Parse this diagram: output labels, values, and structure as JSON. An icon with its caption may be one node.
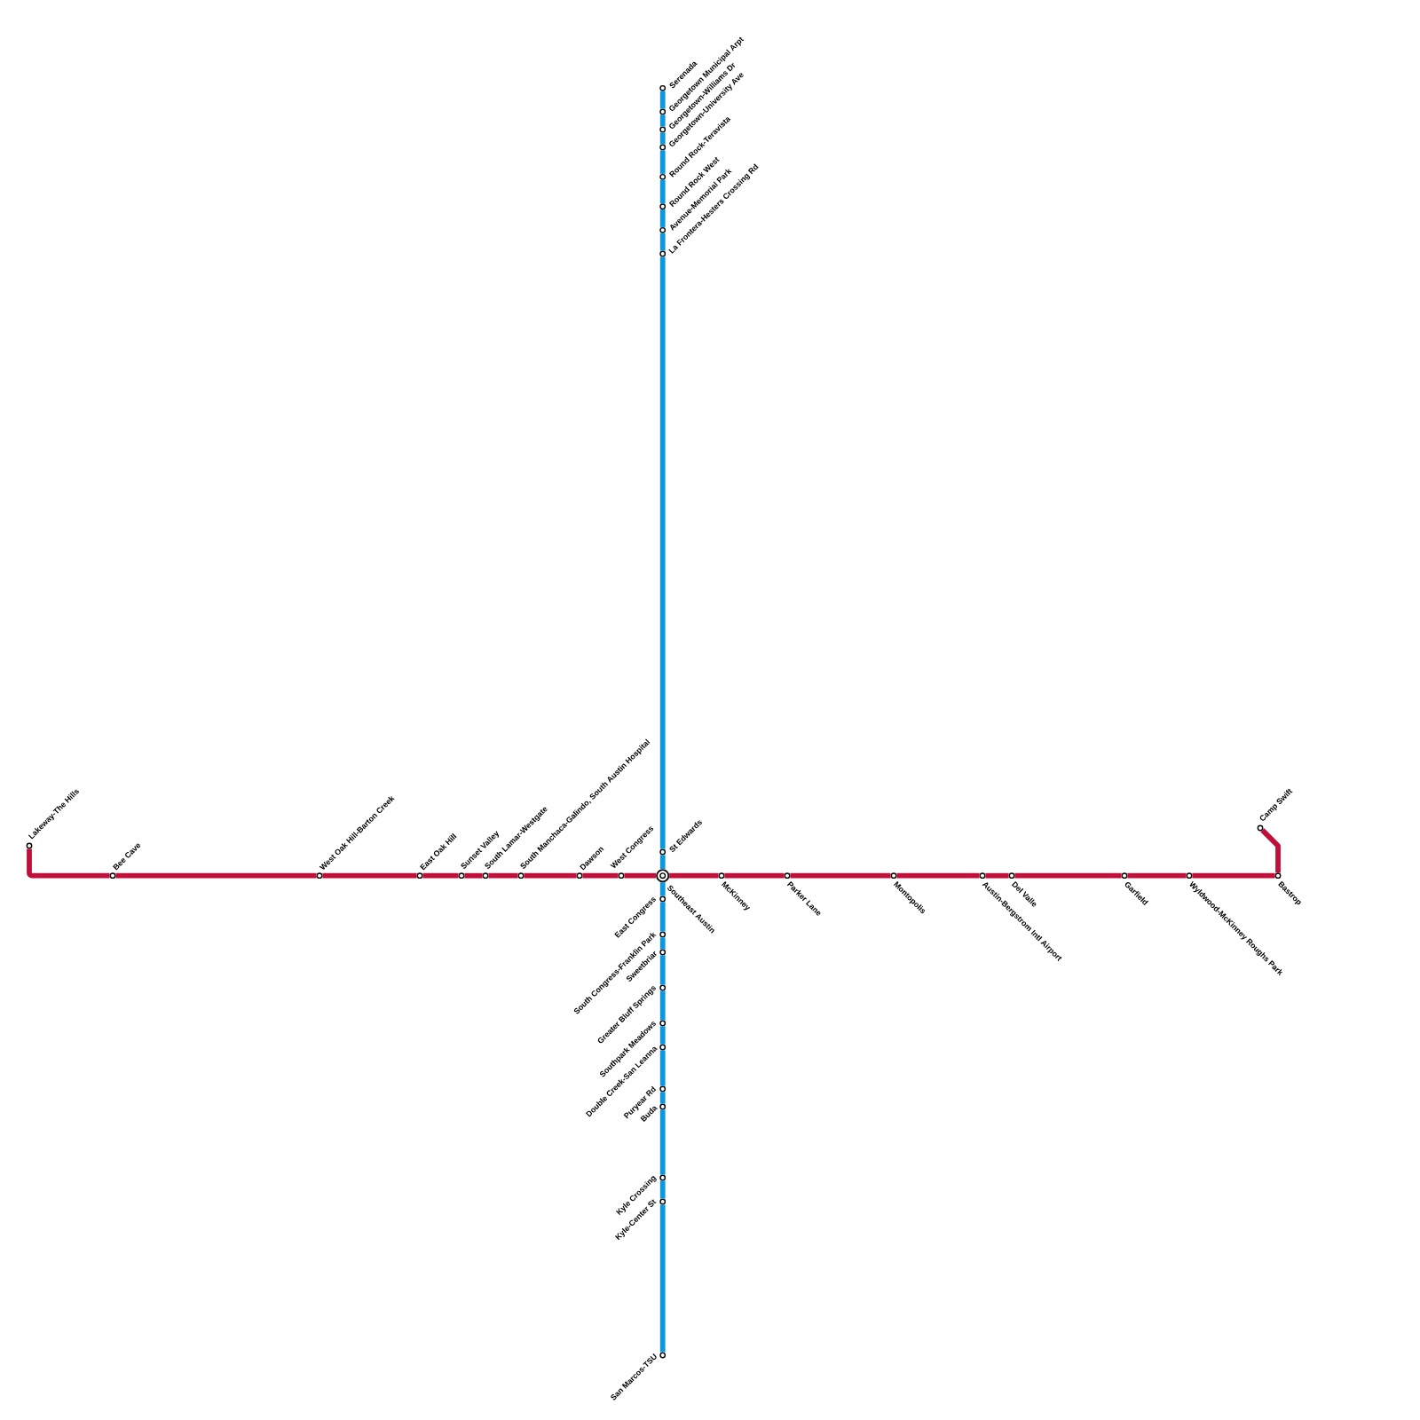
{
  "diagram": {
    "nodes": [
      {
        "text": [
          "Serenada"
        ]
      },
      {
        "text": [
          "Georgetown Municipal Arpt"
        ]
      },
      {
        "text": [
          "Georgetown-Williams Dr"
        ]
      },
      {
        "text": [
          "Georgetown-University Ave"
        ]
      },
      {
        "text": [
          "Round Rock-Teravista"
        ]
      },
      {
        "text": [
          "Round Rock West"
        ]
      },
      {
        "text": [
          "Avenue-Memorial Park"
        ]
      },
      {
        "text": [
          "La Frontera-Hesters Crossing Rd"
        ]
      },
      {
        "text": [
          "Camp Swift"
        ]
      },
      {
        "text": [
          "Lakeway-The Hills"
        ]
      },
      {
        "text": [
          "St Edwards"
        ]
      },
      {
        "text": [
          "Bee Cave"
        ]
      },
      {
        "text": [
          "West Oak Hill-Barton Creek"
        ]
      },
      {
        "text": [
          "East Oak Hill"
        ]
      },
      {
        "text": [
          "Sunset Valley"
        ]
      },
      {
        "text": [
          "South Lamar-Westgate"
        ]
      },
      {
        "text": [
          "South Manchaca-Galindo, South Austin Hospital"
        ]
      },
      {
        "text": [
          "Dawson"
        ]
      },
      {
        "text": [
          "West Congress"
        ]
      },
      {
        "text": [
          "Southeast Austin"
        ]
      },
      {
        "text": [
          "McKinney"
        ]
      },
      {
        "text": [
          "Parker Lane"
        ]
      },
      {
        "text": [
          "Montopolis"
        ]
      },
      {
        "text": [
          "Austin-Bergstrom Intl Airport"
        ]
      },
      {
        "text": [
          "Del Valle"
        ]
      },
      {
        "text": [
          "Garfield"
        ]
      },
      {
        "text": [
          "Wyldwood-McKinney Roughs Park"
        ]
      },
      {
        "text": [
          "Bastrop"
        ]
      },
      {
        "text": [
          "East Congress"
        ]
      },
      {
        "text": [
          "South Congress-Franklin Park"
        ]
      },
      {
        "text": [
          "Sweetbriar"
        ]
      },
      {
        "text": [
          "Greater Bluff Springs"
        ]
      },
      {
        "text": [
          "Southpark Meadows"
        ]
      },
      {
        "text": [
          "Double Creek-San Leanna"
        ]
      },
      {
        "text": [
          "Puryear Rd"
        ]
      },
      {
        "text": [
          "Buda"
        ]
      },
      {
        "text": [
          "Kyle Crossing"
        ]
      },
      {
        "text": [
          "Kyle-Center St"
        ]
      },
      {
        "text": [
          "San Marcos-TSU"
        ]
      }
    ],
    "edges": [
      {
        "from": 0,
        "to": 1,
        "arrow": "none"
      },
      {
        "from": 1,
        "to": 2,
        "arrow": "none"
      },
      {
        "from": 2,
        "to": 3,
        "arrow": "none"
      },
      {
        "from": 3,
        "to": 4,
        "arrow": "none"
      },
      {
        "from": 4,
        "to": 5,
        "arrow": "none"
      },
      {
        "from": 5,
        "to": 6,
        "arrow": "none"
      },
      {
        "from": 6,
        "to": 7,
        "arrow": "none"
      },
      {
        "from": 7,
        "to": 10,
        "arrow": "none"
      },
      {
        "from": 10,
        "to": 19,
        "arrow": "none"
      },
      {
        "from": 19,
        "to": 28,
        "arrow": "none"
      },
      {
        "from": 28,
        "to": 29,
        "arrow": "none"
      },
      {
        "from": 29,
        "to": 30,
        "arrow": "none"
      },
      {
        "from": 30,
        "to": 31,
        "arrow": "none"
      },
      {
        "from": 31,
        "to": 32,
        "arrow": "none"
      },
      {
        "from": 32,
        "to": 33,
        "arrow": "none"
      },
      {
        "from": 33,
        "to": 34,
        "arrow": "none"
      },
      {
        "from": 34,
        "to": 35,
        "arrow": "none"
      },
      {
        "from": 35,
        "to": 36,
        "arrow": "none"
      },
      {
        "from": 36,
        "to": 37,
        "arrow": "none"
      },
      {
        "from": 37,
        "to": 38,
        "arrow": "none"
      },
      {
        "from": 9,
        "to": 11,
        "arrow": "none",
        "color": "#be1038"
      },
      {
        "from": 11,
        "to": 12,
        "arrow": "none",
        "color": "#be1038"
      },
      {
        "from": 12,
        "to": 13,
        "arrow": "none",
        "color": "#be1038"
      },
      {
        "from": 13,
        "to": 14,
        "arrow": "none",
        "color": "#be1038"
      },
      {
        "from": 14,
        "to": 15,
        "arrow": "none",
        "color": "#be1038"
      },
      {
        "from": 15,
        "to": 16,
        "arrow": "none",
        "color": "#be1038"
      },
      {
        "from": 16,
        "to": 17,
        "arrow": "none",
        "color": "#be1038"
      },
      {
        "from": 17,
        "to": 18,
        "arrow": "none",
        "color": "#be1038"
      },
      {
        "from": 18,
        "to": 19,
        "arrow": "none",
        "color": "#be1038"
      },
      {
        "from": 19,
        "to": 20,
        "arrow": "none",
        "color": "#be1038"
      },
      {
        "from": 20,
        "to": 21,
        "arrow": "none",
        "color": "#be1038"
      },
      {
        "from": 21,
        "to": 22,
        "arrow": "none",
        "color": "#be1038"
      },
      {
        "from": 22,
        "to": 23,
        "arrow": "none",
        "color": "#be1038"
      },
      {
        "from": 23,
        "to": 24,
        "arrow": "none",
        "color": "#be1038"
      },
      {
        "from": 24,
        "to": 25,
        "arrow": "none",
        "color": "#be1038"
      },
      {
        "from": 25,
        "to": 26,
        "arrow": "none",
        "color": "#be1038"
      },
      {
        "from": 26,
        "to": 27,
        "arrow": "none",
        "color": "#be1038"
      },
      {
        "from": 27,
        "to": 8,
        "arrow": "none",
        "color": "#be1038"
      }
    ]
  }
}
